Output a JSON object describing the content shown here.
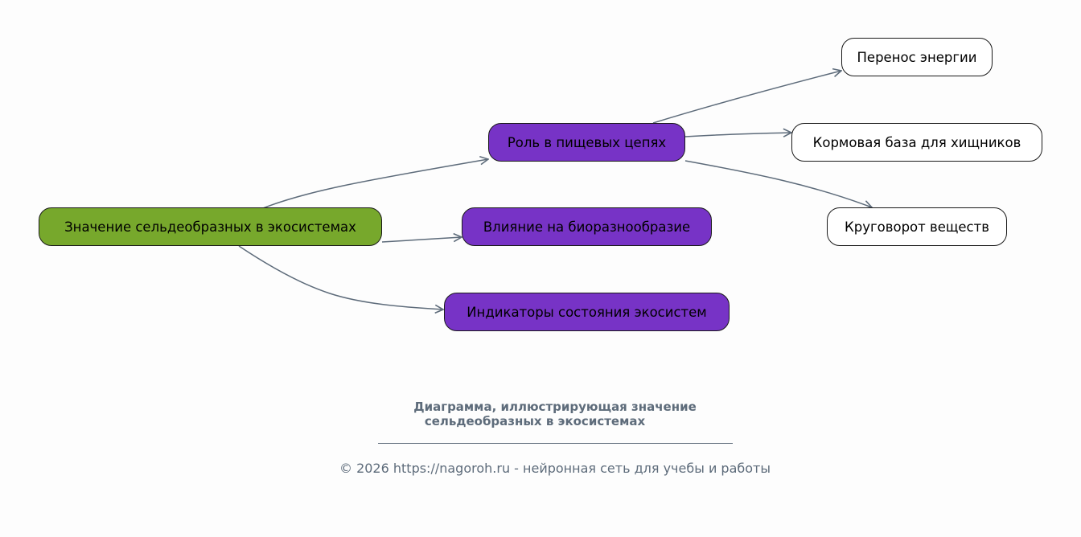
{
  "diagram": {
    "root": {
      "id": "root",
      "label": "Значение сельдеобразных в экосистемах",
      "color": "#77a82c"
    },
    "branches": [
      {
        "id": "food-chain",
        "label": "Роль в пищевых цепях",
        "color": "#7733c6",
        "children": [
          {
            "id": "energy",
            "label": "Перенос энергии",
            "color": "#ffffff"
          },
          {
            "id": "forage",
            "label": "Кормовая база для хищников",
            "color": "#ffffff"
          },
          {
            "id": "cycle",
            "label": "Круговорот веществ",
            "color": "#ffffff"
          }
        ]
      },
      {
        "id": "biodiversity",
        "label": "Влияние на биоразнообразие",
        "color": "#7733c6",
        "children": []
      },
      {
        "id": "indicators",
        "label": "Индикаторы состояния экосистем",
        "color": "#7733c6",
        "children": []
      }
    ],
    "edge_color": "#5d6b7a"
  },
  "caption": {
    "title_line1": "Диаграмма, иллюстрирующая значение",
    "title_line2": "сельдеобразных в экосистемах",
    "footer": "© 2026 https://nagoroh.ru - нейронная сеть для учебы и работы",
    "text_color": "#5d6b7a"
  }
}
